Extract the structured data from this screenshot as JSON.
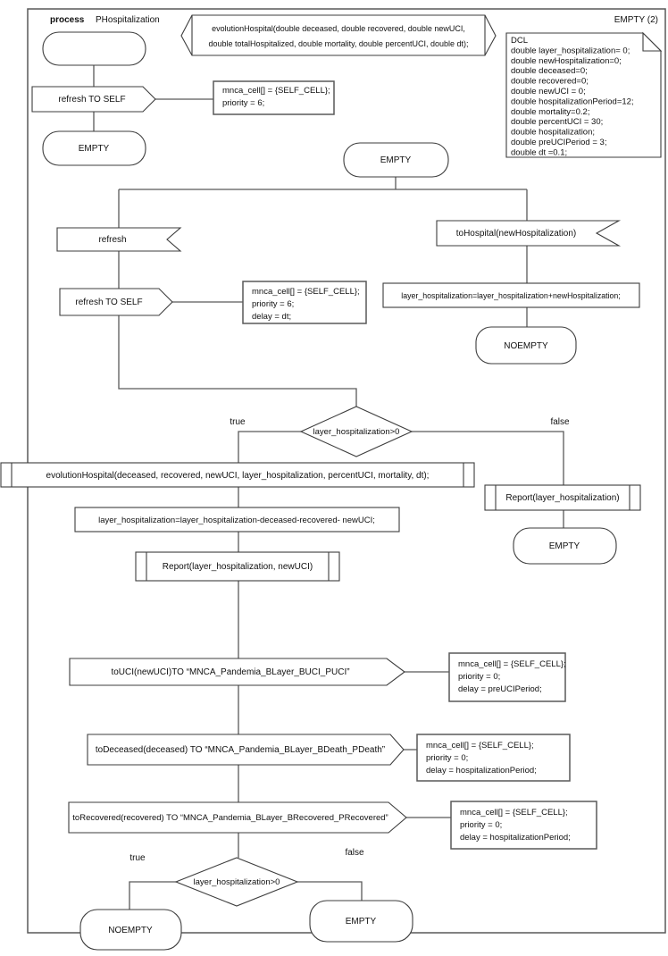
{
  "colors": {
    "background": "#ffffff",
    "connector_line": "#595959",
    "shape_border": "#3c3c3c",
    "text": "#101010"
  },
  "header": {
    "process_keyword": "process",
    "process_name": "PHospitalization",
    "page_title": "EMPTY (2)"
  },
  "declaration": {
    "line1": "evolutionHospital(double deceased, double recovered, double newUCI,",
    "line2": "double totalHospitalized, double mortality, double percentUCI, double dt);"
  },
  "dcl": {
    "lines": [
      "DCL",
      "double layer_hospitalization= 0;",
      "double newHospitalization=0;",
      "double deceased=0;",
      "double recovered=0;",
      "double newUCI = 0;",
      "double hospitalizationPeriod=12;",
      "double mortality=0.2;",
      "double percentUCI = 30;",
      "double hospitalization;",
      "double preUCIPeriod = 3;",
      "double dt =0.1;"
    ]
  },
  "init_flow": {
    "output_refresh": "refresh TO SELF",
    "comment": [
      "mnca_cell[] = {SELF_CELL};",
      "priority = 6;"
    ],
    "state_empty": "EMPTY"
  },
  "main_flow": {
    "state_empty": "EMPTY",
    "input_refresh": "refresh",
    "output_refresh": "refresh TO SELF",
    "refresh_comment": [
      "mnca_cell[] = {SELF_CELL};",
      "priority = 6;",
      "delay = dt;"
    ],
    "input_tohospital": "toHospital(newHospitalization)",
    "task_add": "layer_hospitalization=layer_hospitalization+newHospitalization;",
    "state_noempty": "NOEMPTY"
  },
  "decision1": {
    "condition": "layer_hospitalization>0",
    "true_label": "true",
    "false_label": "false"
  },
  "true_branch": {
    "call_evolution": "evolutionHospital(deceased, recovered, newUCI, layer_hospitalization, percentUCI, mortality, dt);",
    "task_update": "layer_hospitalization=layer_hospitalization-deceased-recovered- newUCI;",
    "call_report": "Report(layer_hospitalization, newUCI)",
    "output_touci": "toUCI(newUCI)TO “MNCA_Pandemia_BLayer_BUCI_PUCI”",
    "touci_comment": [
      "mnca_cell[] = {SELF_CELL};",
      "priority = 0;",
      "delay = preUCIPeriod;"
    ],
    "output_todeceased": "toDeceased(deceased) TO “MNCA_Pandemia_BLayer_BDeath_PDeath”",
    "todeceased_comment": [
      "mnca_cell[] = {SELF_CELL};",
      "priority = 0;",
      "delay = hospitalizationPeriod;"
    ],
    "output_torecovered": "toRecovered(recovered) TO “MNCA_Pandemia_BLayer_BRecovered_PRecovered”",
    "torecovered_comment": [
      "mnca_cell[] = {SELF_CELL};",
      "priority = 0;",
      "delay = hospitalizationPeriod;"
    ]
  },
  "false_branch": {
    "call_report": "Report(layer_hospitalization)",
    "state_empty": "EMPTY"
  },
  "decision2": {
    "condition": "layer_hospitalization>0",
    "true_label": "true",
    "false_label": "false",
    "state_noempty": "NOEMPTY",
    "state_empty": "EMPTY"
  }
}
